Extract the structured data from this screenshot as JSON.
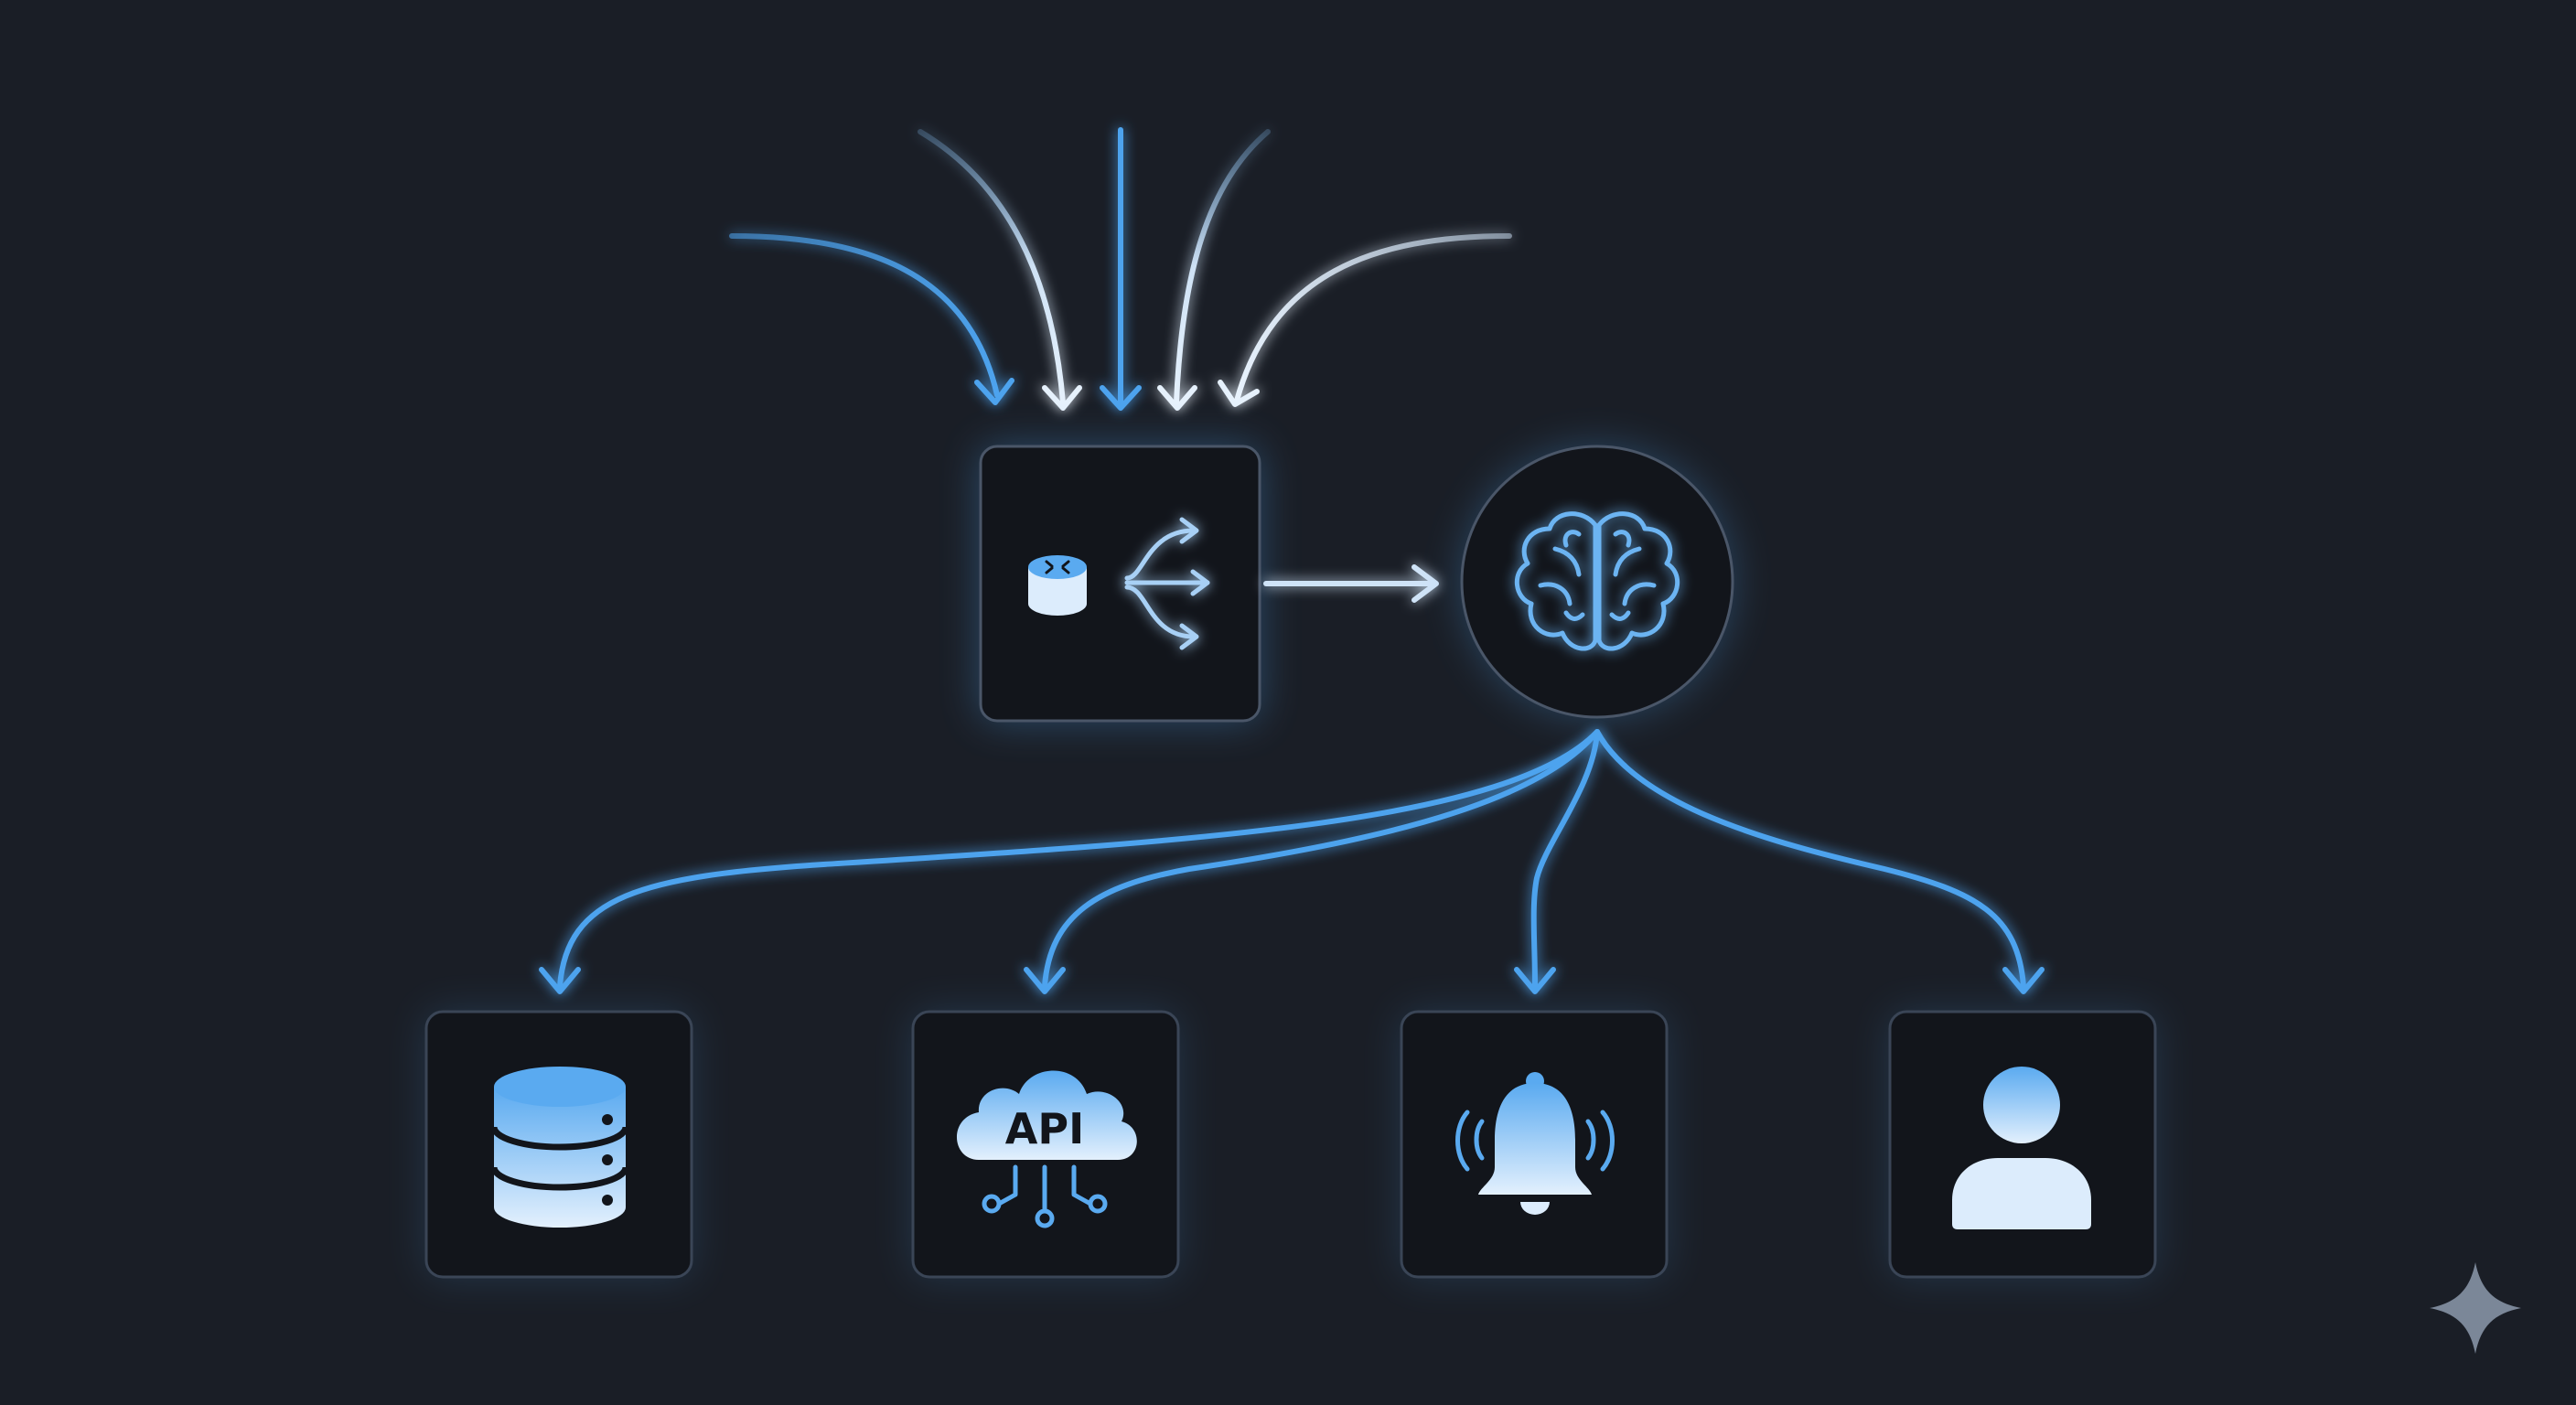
{
  "diagram": {
    "nodes": [
      {
        "id": "router",
        "icon": "router-icon",
        "shape": "rounded-square"
      },
      {
        "id": "brain",
        "icon": "brain-icon",
        "shape": "circle"
      },
      {
        "id": "database",
        "icon": "database-icon",
        "shape": "rounded-square"
      },
      {
        "id": "api",
        "icon": "api-cloud-icon",
        "shape": "rounded-square",
        "label": "API"
      },
      {
        "id": "notification",
        "icon": "bell-icon",
        "shape": "rounded-square"
      },
      {
        "id": "user",
        "icon": "user-icon",
        "shape": "rounded-square"
      }
    ],
    "edges": [
      {
        "from": "incoming-1",
        "to": "router"
      },
      {
        "from": "incoming-2",
        "to": "router"
      },
      {
        "from": "incoming-3",
        "to": "router"
      },
      {
        "from": "incoming-4",
        "to": "router"
      },
      {
        "from": "incoming-5",
        "to": "router"
      },
      {
        "from": "router",
        "to": "brain"
      },
      {
        "from": "brain",
        "to": "database"
      },
      {
        "from": "brain",
        "to": "api"
      },
      {
        "from": "brain",
        "to": "notification"
      },
      {
        "from": "brain",
        "to": "user"
      }
    ]
  },
  "watermark": {
    "icon": "sparkle-icon"
  },
  "colors": {
    "background": "#1a1e26",
    "accent": "#4da3ee",
    "accent_light": "#dcecfc",
    "box_fill": "#12151b",
    "box_border": "#3a4556",
    "watermark": "#7b8798"
  }
}
